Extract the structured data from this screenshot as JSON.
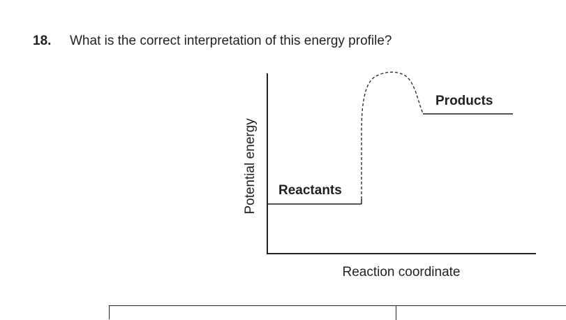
{
  "question": {
    "number": "18.",
    "text": "What is the correct interpretation of this energy profile?"
  },
  "diagram": {
    "y_axis_label": "Potential energy",
    "x_axis_label": "Reaction coordinate",
    "reactants_label": "Reactants",
    "products_label": "Products"
  },
  "colors": {
    "ink": "#231f20",
    "background": "#ffffff"
  }
}
